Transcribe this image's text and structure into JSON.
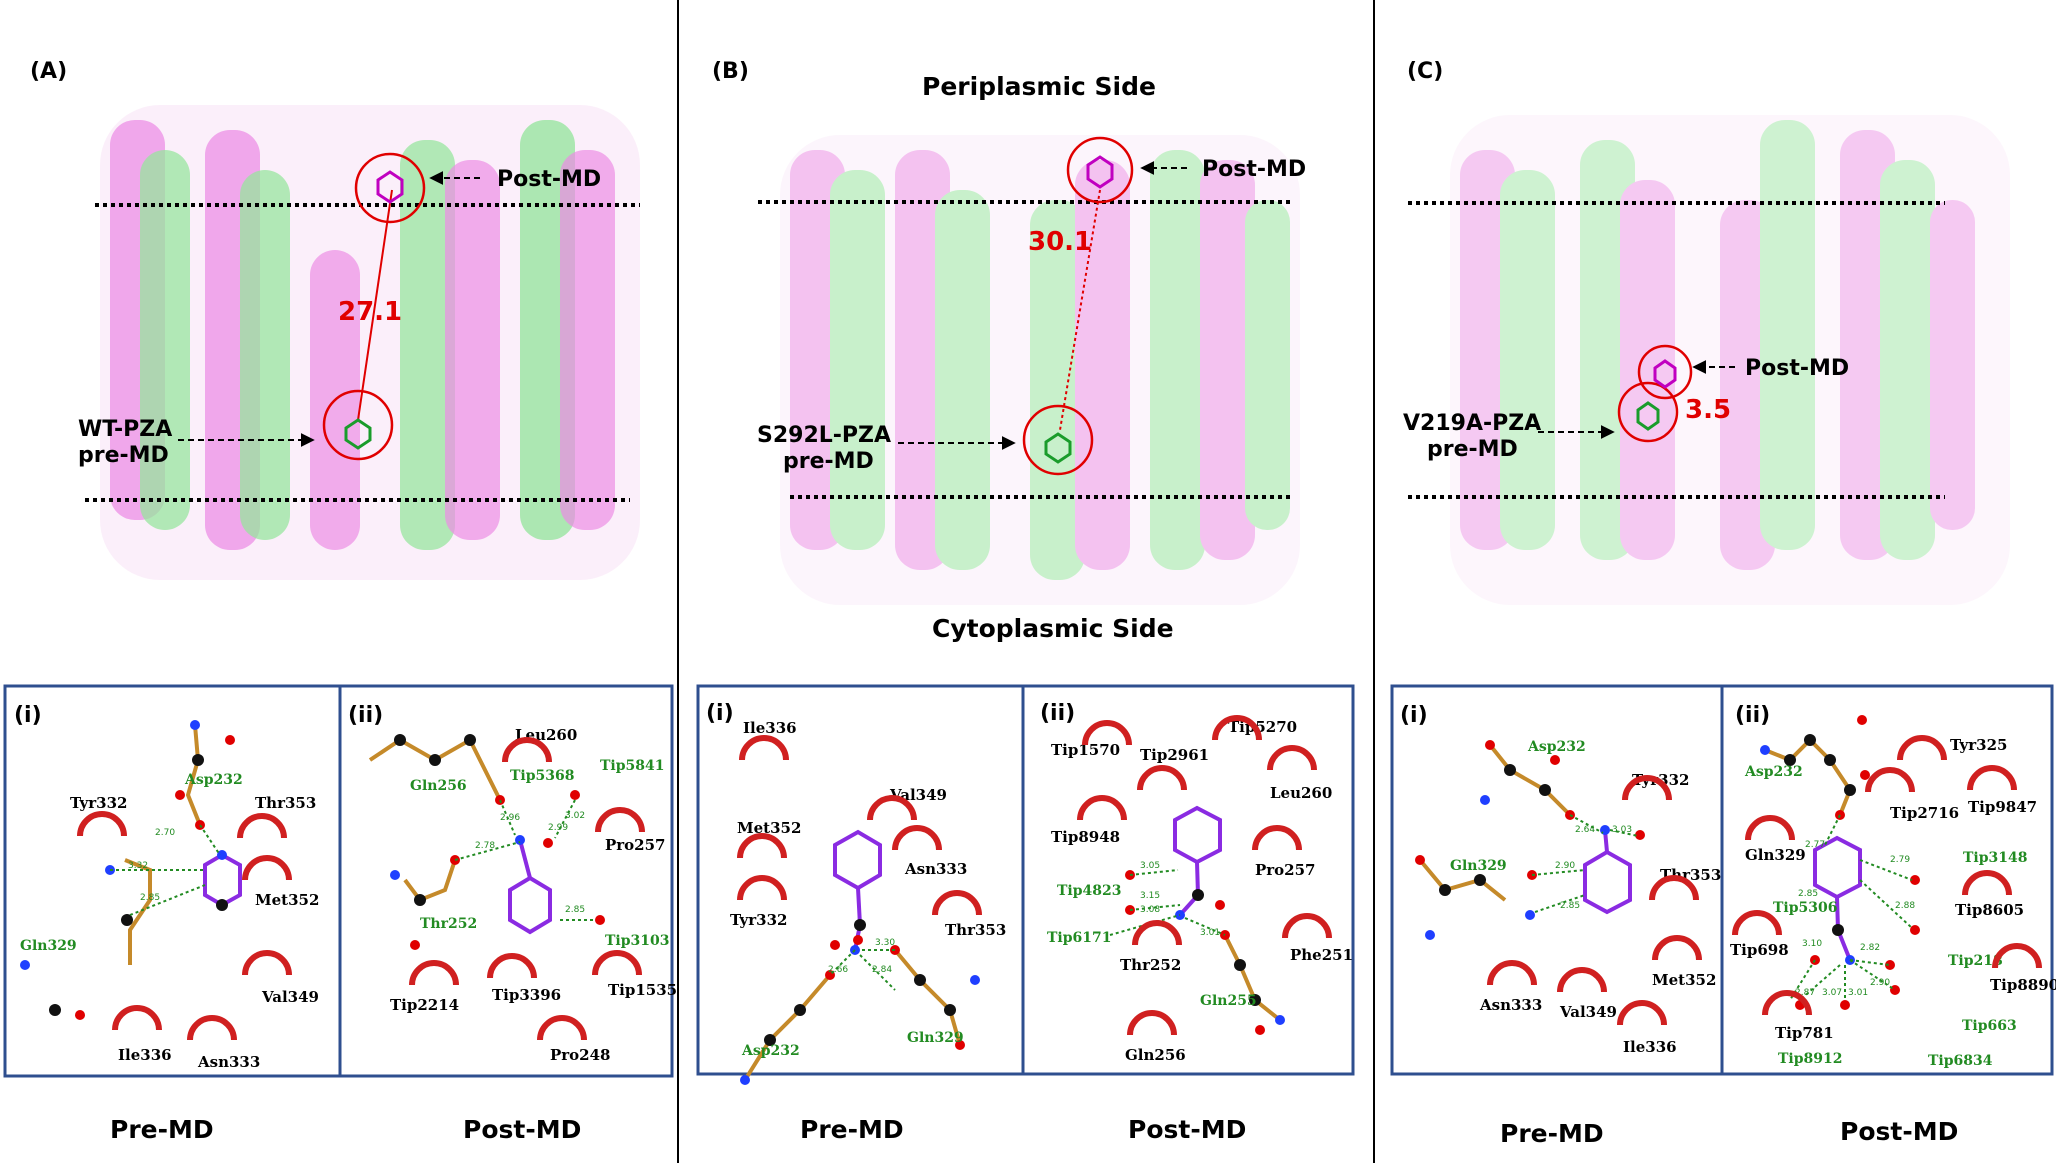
{
  "colors": {
    "wild_type": "#e879e0",
    "mutant": "#86e08e",
    "circle": "#e00000",
    "box_border": "#2f4f8f",
    "residue_green": "#228b22"
  },
  "panels": [
    {
      "id": "A",
      "label": "(A)",
      "ligand_label_line1": "WT-PZA",
      "ligand_label_line2": "pre-MD",
      "post_md_label": "Post-MD",
      "distance": "27.1",
      "interaction": {
        "pre": {
          "numeral": "(i)",
          "residues": [
            "Asp232",
            "Tyr332",
            "Thr353",
            "Met352",
            "Val349",
            "Ile336",
            "Asn333",
            "Gln329"
          ],
          "distances": [
            "3.32",
            "2.70",
            "2.85"
          ]
        },
        "post": {
          "numeral": "(ii)",
          "residues": [
            "Leu260",
            "Gln256",
            "Tip5368",
            "Tip5841",
            "Pro257",
            "Thr252",
            "Tip3103",
            "Tip1535",
            "Tip2214",
            "Tip3396",
            "Pro248"
          ],
          "distances": [
            "2.78",
            "2.96",
            "3.02",
            "2.99",
            "2.85"
          ]
        }
      },
      "pre_caption": "Pre-MD",
      "post_caption": "Post-MD"
    },
    {
      "id": "B",
      "label": "(B)",
      "top_side": "Periplasmic Side",
      "bottom_side": "Cytoplasmic Side",
      "ligand_label_line1": "S292L-PZA",
      "ligand_label_line2": "pre-MD",
      "post_md_label": "Post-MD",
      "distance": "30.1",
      "interaction": {
        "pre": {
          "numeral": "(i)",
          "residues": [
            "Ile336",
            "Val349",
            "Met352",
            "Asn333",
            "Tyr332",
            "Thr353",
            "Asp232",
            "Gln329"
          ],
          "distances": [
            "2.66",
            "3.30",
            "2.84"
          ]
        },
        "post": {
          "numeral": "(ii)",
          "residues": [
            "Tip1570",
            "Tip2961",
            "Tip5270",
            "Leu260",
            "Tip8948",
            "Pro257",
            "Tip4823",
            "Tip6171",
            "Thr252",
            "Phe251",
            "Gln255",
            "Gln256"
          ],
          "distances": [
            "3.05",
            "3.08",
            "3.15",
            "3.01"
          ]
        }
      },
      "pre_caption": "Pre-MD",
      "post_caption": "Post-MD"
    },
    {
      "id": "C",
      "label": "(C)",
      "ligand_label_line1": "V219A-PZA",
      "ligand_label_line2": "pre-MD",
      "post_md_label": "Post-MD",
      "distance": "3.5",
      "interaction": {
        "pre": {
          "numeral": "(i)",
          "residues": [
            "Asp232",
            "Tyr332",
            "Gln329",
            "Thr353",
            "Met352",
            "Asn333",
            "Val349",
            "Ile336"
          ],
          "distances": [
            "2.64",
            "3.03",
            "2.90",
            "2.85"
          ]
        },
        "post": {
          "numeral": "(ii)",
          "residues": [
            "Tyr325",
            "Asp232",
            "Tip2716",
            "Tip9847",
            "Gln329",
            "Tip3148",
            "Tip5306",
            "Tip8605",
            "Tip698",
            "Tip218",
            "Tip8890",
            "Tip781",
            "Tip663",
            "Tip8912",
            "Tip6834"
          ],
          "distances": [
            "2.77",
            "2.79",
            "2.85",
            "2.88",
            "3.10",
            "2.82",
            "2.90",
            "2.87",
            "3.07",
            "3.01"
          ]
        }
      },
      "pre_caption": "Pre-MD",
      "post_caption": "Post-MD"
    }
  ]
}
